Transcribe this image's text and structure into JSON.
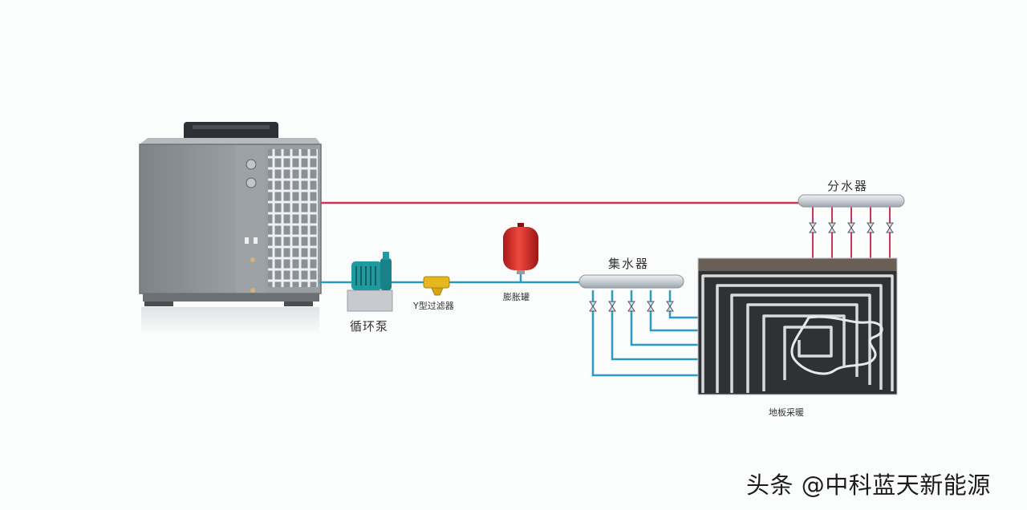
{
  "diagram": {
    "labels": {
      "circulation_pump": "循环泵",
      "y_filter": "Y型过滤器",
      "expansion_tank": "膨胀罐",
      "collector": "集水器",
      "distributor": "分水器",
      "floor_heating": "地板采暖"
    },
    "colors": {
      "supply_pipe": "#c8375a",
      "return_pipe": "#2c9ac3",
      "unit_body": "#8a8f94",
      "manifold": "#cdd2d8",
      "tank": "#d42a2a",
      "pump": "#1f9aa0",
      "filter": "#e6b820"
    },
    "icons": [
      "heat-pump-unit-icon",
      "circulation-pump-icon",
      "y-filter-icon",
      "expansion-tank-icon",
      "manifold-icon",
      "valve-icon",
      "floor-heating-pipes-icon"
    ]
  },
  "watermark": {
    "text": "头条 @中科蓝天新能源"
  }
}
